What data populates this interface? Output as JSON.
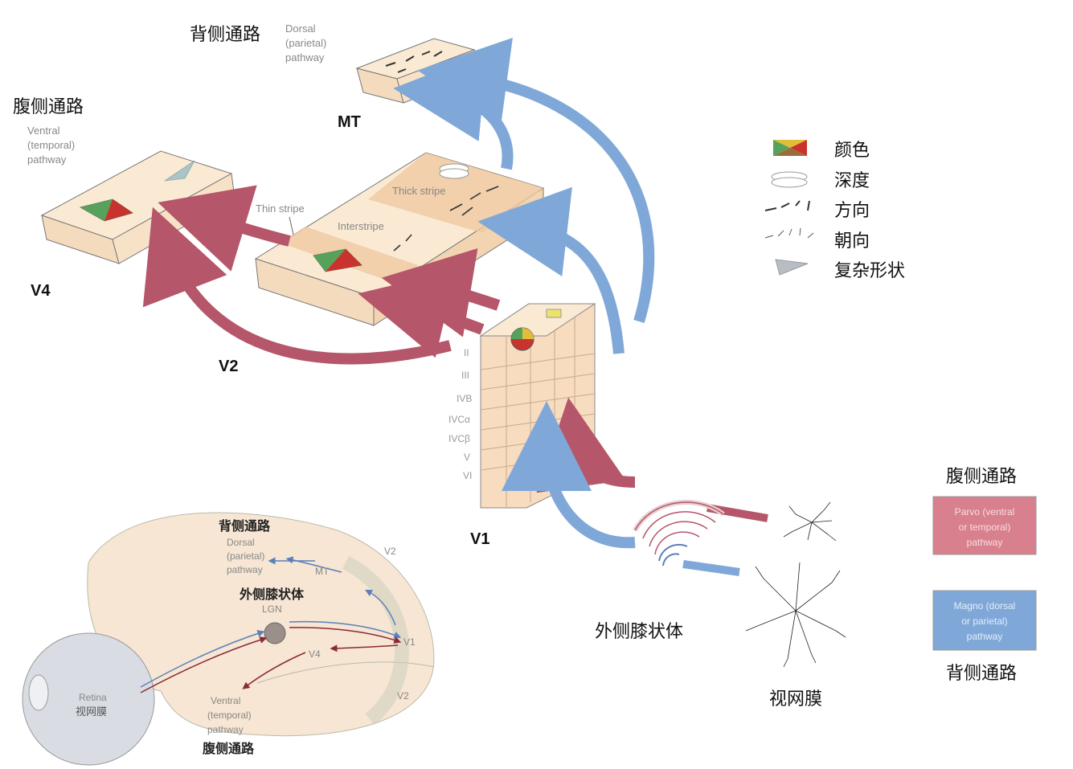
{
  "labels": {
    "dorsal_zh": "背侧通路",
    "dorsal_en_1": "Dorsal",
    "dorsal_en_2": "(parietal)",
    "dorsal_en_3": "pathway",
    "mt": "MT",
    "ventral_zh": "腹侧通路",
    "ventral_en_1": "Ventral",
    "ventral_en_2": "(temporal)",
    "ventral_en_3": "pathway",
    "v4": "V4",
    "v2": "V2",
    "v1": "V1",
    "thin_stripe": "Thin stripe",
    "thick_stripe": "Thick stripe",
    "interstripe": "Interstripe",
    "lgn_zh": "外侧膝状体",
    "retina_zh": "视网膜",
    "layers": [
      "II",
      "III",
      "IVB",
      "IVCα",
      "IVCβ",
      "V",
      "VI"
    ]
  },
  "legend": [
    {
      "icon": "color-icon",
      "label": "颜色"
    },
    {
      "icon": "depth-icon",
      "label": "深度"
    },
    {
      "icon": "direction-icon",
      "label": "方向"
    },
    {
      "icon": "orientation-icon",
      "label": "朝向"
    },
    {
      "icon": "complex-shape-icon",
      "label": "复杂形状"
    }
  ],
  "pathway_key": {
    "ventral_title": "腹侧通路",
    "parvo_1": "Parvo (ventral",
    "parvo_2": "or temporal)",
    "parvo_3": "pathway",
    "magno_1": "Magno (dorsal",
    "magno_2": "or parietal)",
    "magno_3": "pathway",
    "dorsal_title": "背侧通路"
  },
  "brain": {
    "dorsal_zh": "背侧通路",
    "dorsal_en_1": "Dorsal",
    "dorsal_en_2": "(parietal)",
    "dorsal_en_3": "pathway",
    "mt": "MT",
    "v2_top": "V2",
    "lgn_zh": "外侧膝状体",
    "lgn": "LGN",
    "v1": "V1",
    "v4": "V4",
    "retina": "Retina",
    "retina_zh": "视网膜",
    "v2_bottom": "V2",
    "ventral_en_1": "Ventral",
    "ventral_en_2": "(temporal)",
    "ventral_en_3": "pathway",
    "ventral_zh": "腹侧通路"
  },
  "colors": {
    "parvo": "#b5566a",
    "magno": "#7fa8d8",
    "tissue": "#f8e3c8",
    "tissue_dark": "#efc9a1"
  }
}
